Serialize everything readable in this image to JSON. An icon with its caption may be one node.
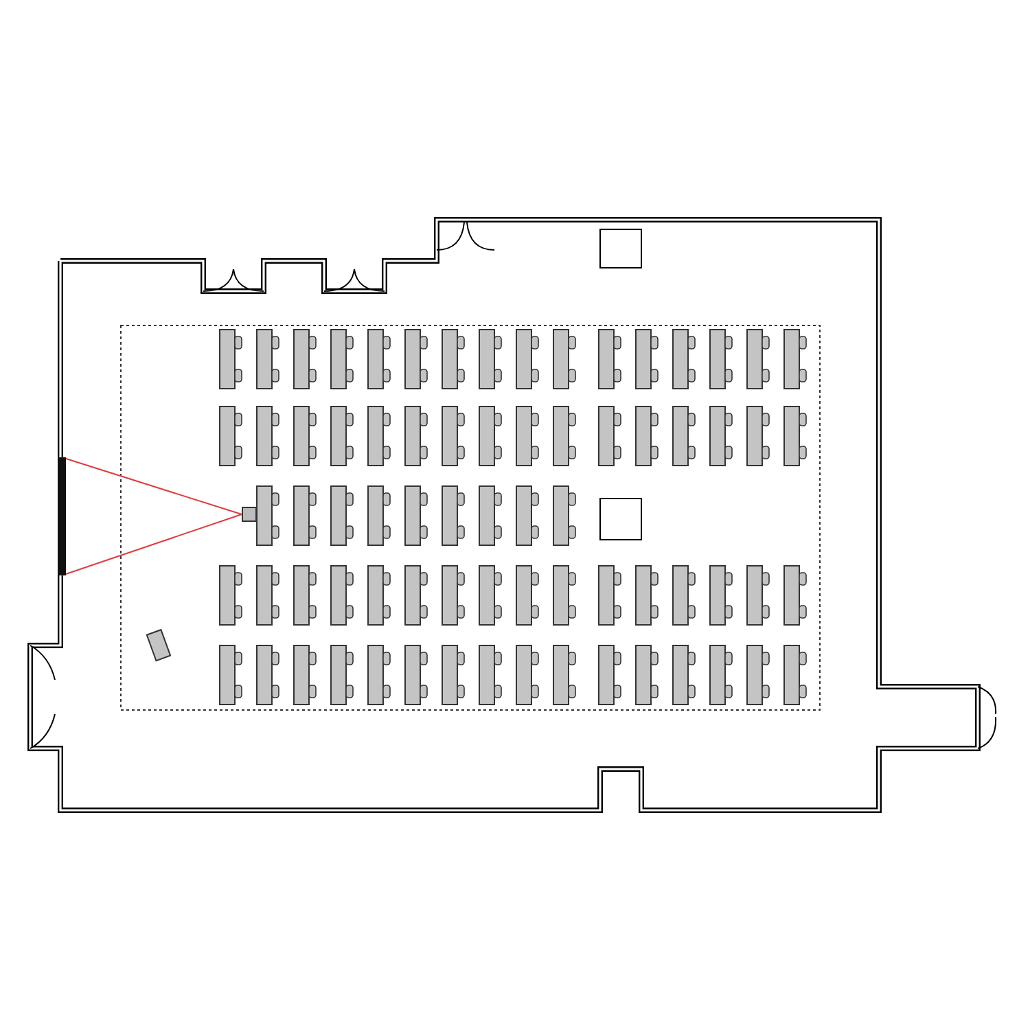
{
  "diagram": {
    "nodes": [
      {
        "text": [],
        "shape": "bar"
      },
      {
        "text": [],
        "shape": "box"
      }
    ],
    "edges": [
      {
        "from": 1,
        "to": 0,
        "arrow": "none",
        "color": "#e03c3c"
      },
      {
        "from": 1,
        "to": 0,
        "arrow": "none",
        "color": "#e03c3c"
      }
    ]
  }
}
